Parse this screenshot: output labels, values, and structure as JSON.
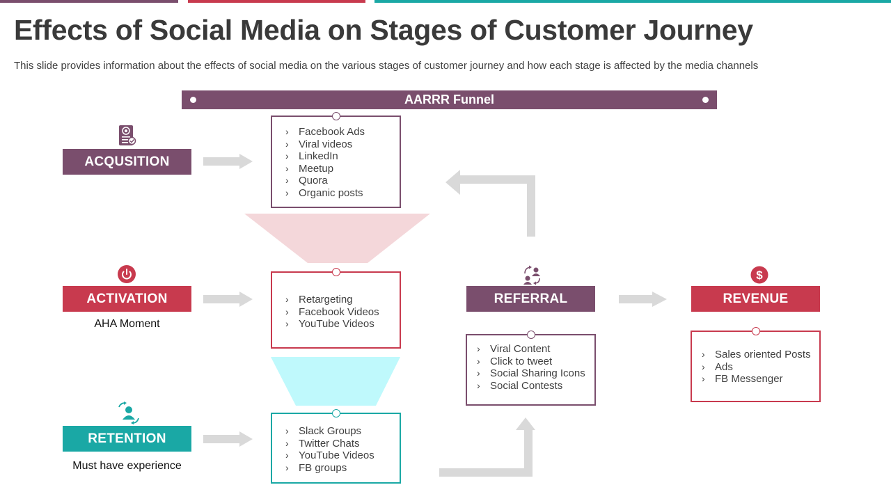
{
  "title": "Effects of Social Media on Stages of Customer Journey",
  "subtitle": "This slide provides information about the effects of social media on the various stages of customer journey and how each stage is affected by the media channels",
  "funnel_title": "AARRR Funnel",
  "colors": {
    "purple": "#7a4e6d",
    "red": "#c83a4e",
    "teal": "#1aa8a5",
    "arrow": "#d9d9d9",
    "funnel_pink": "#f4d7da",
    "funnel_cyan": "#bff9fc"
  },
  "stages": {
    "acquisition": {
      "label": "ACQUSITION",
      "icon": "document-target-icon",
      "channels": [
        "Facebook Ads",
        "Viral videos",
        "LinkedIn",
        "Meetup",
        "Quora",
        "Organic posts"
      ]
    },
    "activation": {
      "label": "ACTIVATION",
      "caption": "AHA Moment",
      "icon": "power-icon",
      "channels": [
        "Retargeting",
        "Facebook Videos",
        "YouTube Videos"
      ]
    },
    "retention": {
      "label": "RETENTION",
      "caption": "Must have experience",
      "icon": "user-cycle-icon",
      "channels": [
        "Slack Groups",
        "Twitter Chats",
        "YouTube Videos",
        "FB groups"
      ]
    },
    "referral": {
      "label": "REFERRAL",
      "icon": "people-exchange-icon",
      "channels": [
        "Viral Content",
        "Click to tweet",
        "Social Sharing Icons",
        "Social Contests"
      ]
    },
    "revenue": {
      "label": "REVENUE",
      "icon": "dollar-icon",
      "channels": [
        "Sales oriented Posts",
        "Ads",
        "FB Messenger"
      ]
    }
  }
}
